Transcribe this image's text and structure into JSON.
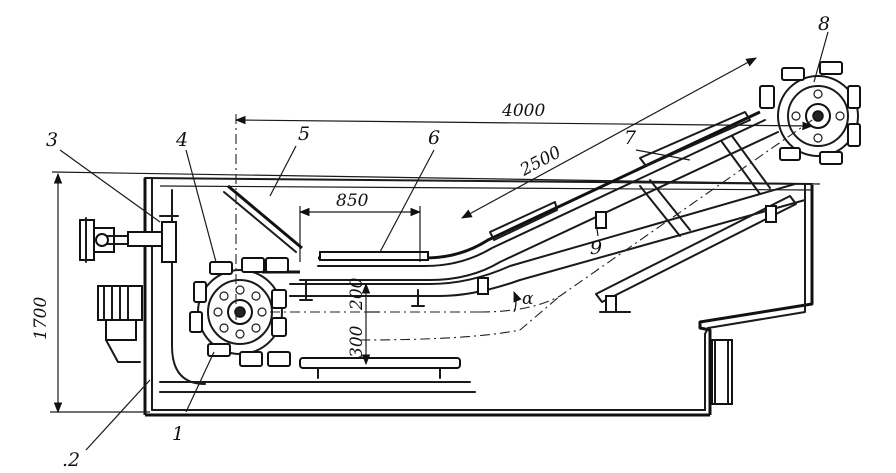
{
  "labels": {
    "n1": "1",
    "n2": ".2",
    "n3": "3",
    "n4": "4",
    "n5": "5",
    "n6": "6",
    "n7": "7",
    "n8": "8",
    "n9": "9"
  },
  "dimensions": {
    "length_total": "4000",
    "length_incline": "2500",
    "length_flat": "850",
    "height_total": "1700",
    "clearance_lower": "300",
    "clearance_upper": "200",
    "angle": "α"
  }
}
